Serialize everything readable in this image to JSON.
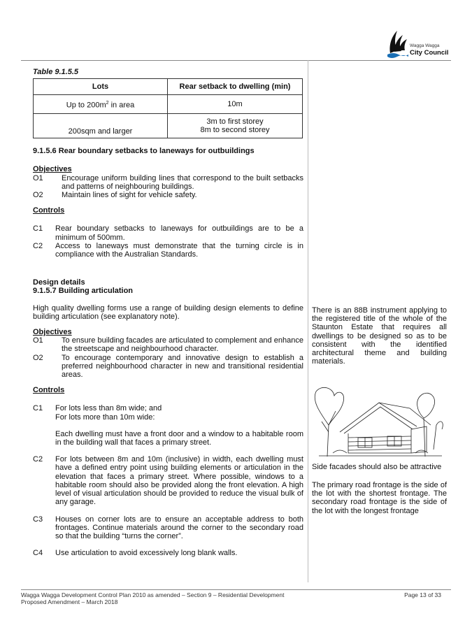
{
  "logo": {
    "line1": "Wagga Wagga",
    "line2": "City Council"
  },
  "table": {
    "caption": "Table 9.1.5.5",
    "headers": [
      "Lots",
      "Rear setback to dwelling (min)"
    ],
    "rows": [
      {
        "lot": "Up to 200m",
        "sup": "2",
        "lot_suffix": " in area",
        "setback": "10m"
      },
      {
        "lot": "200sqm and larger",
        "setback_l1": "3m to first storey",
        "setback_l2": "8m to second storey"
      }
    ]
  },
  "s956": {
    "heading": "9.1.5.6 Rear boundary setbacks to laneways for outbuildings",
    "objectives_title": "Objectives",
    "objectives": [
      {
        "n": "O1",
        "t": "Encourage uniform building lines that correspond to the built setbacks and patterns of neighbouring buildings."
      },
      {
        "n": "O2",
        "t": "Maintain lines of sight for vehicle safety."
      }
    ],
    "controls_title": "Controls",
    "controls": [
      {
        "n": "C1",
        "t": "Rear boundary setbacks to laneways for outbuildings are to be a minimum of 500mm."
      },
      {
        "n": "C2",
        "t": "Access to laneways must demonstrate that the turning circle is in compliance with the Australian Standards."
      }
    ]
  },
  "s957": {
    "design_details": "Design details",
    "heading": "9.1.5.7 Building articulation",
    "intro": "High quality dwelling forms use a range of building design elements to define building articulation (see explanatory note).",
    "objectives_title": "Objectives",
    "objectives": [
      {
        "n": "O1",
        "t": "To ensure building facades are articulated to complement and enhance the streetscape and neighbourhood character."
      },
      {
        "n": "O2",
        "t": "To encourage contemporary and innovative design to establish a preferred neighbourhood character in new and transitional residential areas."
      }
    ],
    "controls_title": "Controls",
    "c1_n": "C1",
    "c1_l1": "For lots less than 8m wide; and",
    "c1_l2": "For lots more than 10m wide:",
    "c1_l3": "Each dwelling must have a front door and a window to a habitable room in the building wall that faces a primary street.",
    "controls": [
      {
        "n": "C2",
        "t": "For lots between 8m and 10m (inclusive) in width, each dwelling must have a defined entry point using building elements or articulation in the elevation that faces a primary street. Where possible, windows to a habitable room should also be provided along the front elevation. A high level of visual articulation should be provided to reduce the visual bulk of any garage."
      },
      {
        "n": "C3",
        "t": "Houses on corner lots are to ensure an acceptable address to both frontages. Continue materials around the corner to the secondary road so that the building “turns the corner”."
      },
      {
        "n": "C4",
        "t": "Use articulation to avoid excessively long blank walls."
      }
    ]
  },
  "sidebar": {
    "note1": "There is an 88B instrument applying to the registered title of the whole of the Staunton Estate that requires all dwellings to be designed so as to be consistent with the identified architectural theme and building materials.",
    "caption": "Side facades should also be attractive",
    "note2": "The primary road frontage is the side of the lot with the shortest frontage. The secondary road frontage is the side of the lot with the longest frontage"
  },
  "footer": {
    "line1": "Wagga Wagga Development Control Plan 2010 as amended – Section 9 – Residential Development",
    "line2": "Proposed Amendment – March 2018",
    "page": "Page 13 of 33"
  }
}
